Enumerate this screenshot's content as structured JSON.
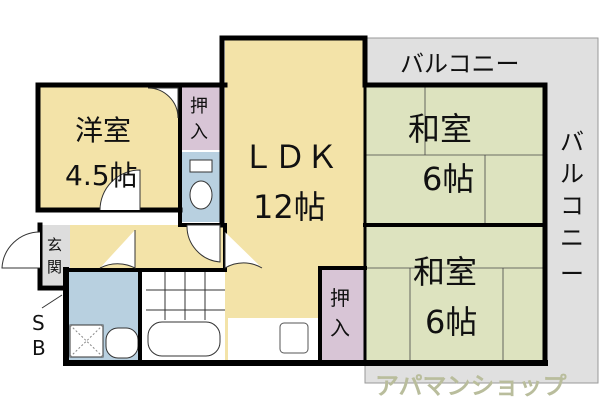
{
  "rooms": {
    "western": {
      "name": "洋室",
      "size": "4.5帖"
    },
    "closet_western": {
      "line1": "押",
      "line2": "入"
    },
    "ldk": {
      "name": "ＬＤＫ",
      "size": "12帖"
    },
    "japanese_upper": {
      "name": "和室",
      "size": "6帖"
    },
    "japanese_lower": {
      "name": "和室",
      "size": "6帖"
    },
    "closet_ldk": {
      "line1": "押",
      "line2": "入"
    },
    "entrance": {
      "line1": "玄",
      "line2": "関"
    },
    "sb": {
      "line1": "S",
      "line2": "B"
    }
  },
  "balcony_top": "バルコニー",
  "balcony_right": [
    "バ",
    "ル",
    "コ",
    "ニ",
    "ー"
  ],
  "watermark": "アパマンショップ",
  "colors": {
    "western_floor": "#f3e3a8",
    "japanese_floor": "#dde3bf",
    "closet": "#d8c5d6",
    "wet_area": "#b8d0e0",
    "balcony": "#e0e0e0",
    "wall": "#000000"
  }
}
